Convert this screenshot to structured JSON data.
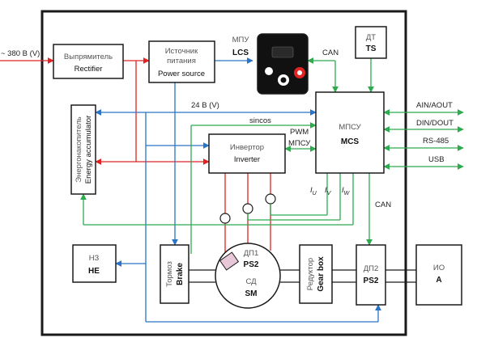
{
  "input_voltage": "~ 380 В (V)",
  "rectifier": {
    "ru": "Выпрямитель",
    "en": "Rectifier"
  },
  "power_source": {
    "ru_line1": "Источник",
    "ru_line2": "питания",
    "en": "Power source"
  },
  "mpu": {
    "ru": "МПУ",
    "en": "LCS"
  },
  "ts": {
    "ru": "ДТ",
    "en": "TS"
  },
  "can_top": "CAN",
  "can_right": "CAN",
  "bus_24v": "24 В (V)",
  "sincos": "sincos",
  "pwm": {
    "label": "PWM",
    "mpsu": "МПСУ"
  },
  "storage": {
    "ru": "Энергонакопитель",
    "en": "Energy accumulator"
  },
  "inverter": {
    "ru": "Инвертор",
    "en": "Inverter"
  },
  "mcs": {
    "ru": "МПСУ",
    "en": "MCS"
  },
  "io_labels": [
    "AIN/AOUT",
    "DIN/DOUT",
    "RS-485",
    "USB"
  ],
  "currents": {
    "u": "I",
    "u_sub": "U",
    "v": "I",
    "v_sub": "V",
    "w": "I",
    "w_sub": "W"
  },
  "he": {
    "ru": "НЗ",
    "en": "HE"
  },
  "brake": {
    "ru": "Тормоз",
    "en": "Brake"
  },
  "motor": {
    "ps_ru": "ДП1",
    "ps_en": "PS2",
    "ru": "СД",
    "en": "SM"
  },
  "gearbox": {
    "ru": "Редуктор",
    "en": "Gear box"
  },
  "ps2": {
    "ru": "ДП2",
    "en": "PS2"
  },
  "io": {
    "ru": "ИО",
    "en": "A"
  },
  "colors": {
    "power": "#e02424",
    "supply": "#2b73c4",
    "control": "#2eaa4f",
    "frame": "#1a1a1a"
  }
}
